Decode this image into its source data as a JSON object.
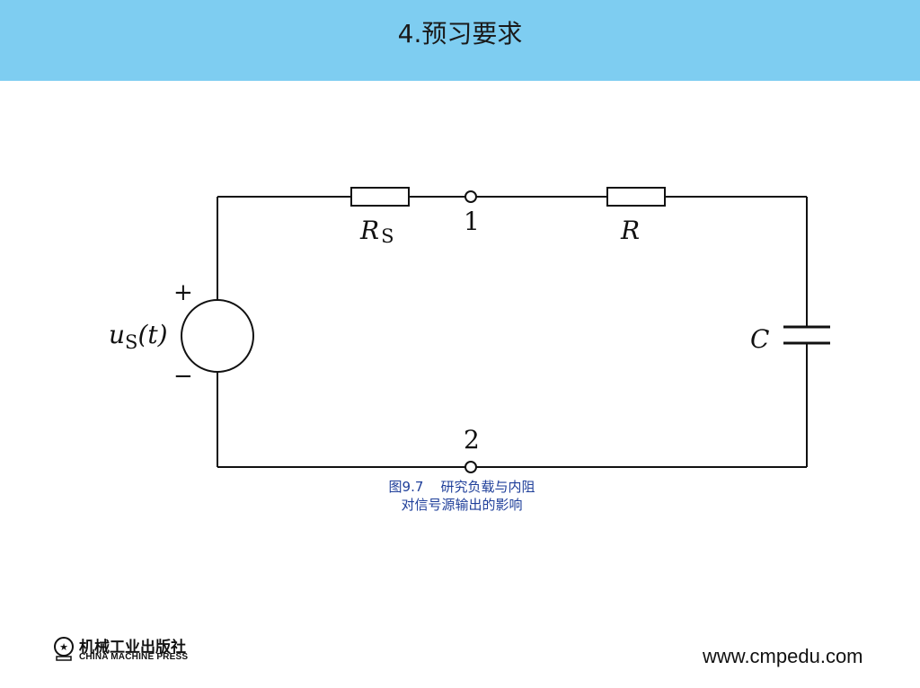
{
  "slide": {
    "title": "4.预习要求"
  },
  "circuit": {
    "source_label": {
      "main": "u",
      "sub": "S",
      "tail": "(t)"
    },
    "plus_sign": "+",
    "minus_sign": "−",
    "rs_label": {
      "main": "R",
      "sub": "S"
    },
    "r_label": "R",
    "c_label": "C",
    "node1_label": "1",
    "node2_label": "2"
  },
  "caption": {
    "line1": "图9.7    研究负载与内阻",
    "line2": "对信号源输出的影响"
  },
  "publisher": {
    "name_cn": "机械工业出版社",
    "name_en": "CHINA MACHINE PRESS"
  },
  "footer": {
    "website": "www.cmpedu.com"
  }
}
